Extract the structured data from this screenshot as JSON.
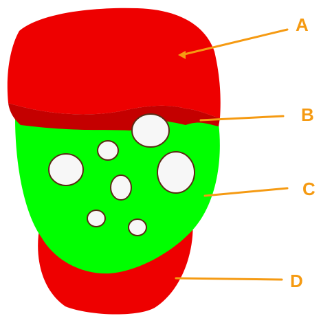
{
  "diagram": {
    "labels": {
      "a": "A",
      "b": "B",
      "c": "C",
      "d": "D"
    },
    "colors": {
      "outer_layer": "#ee0000",
      "boundary_band": "#c40000",
      "inner_body": "#00ff00",
      "vesicle_fill": "#f7f7f7",
      "outline": "#5a2a14",
      "callout": "#f59a12"
    }
  }
}
